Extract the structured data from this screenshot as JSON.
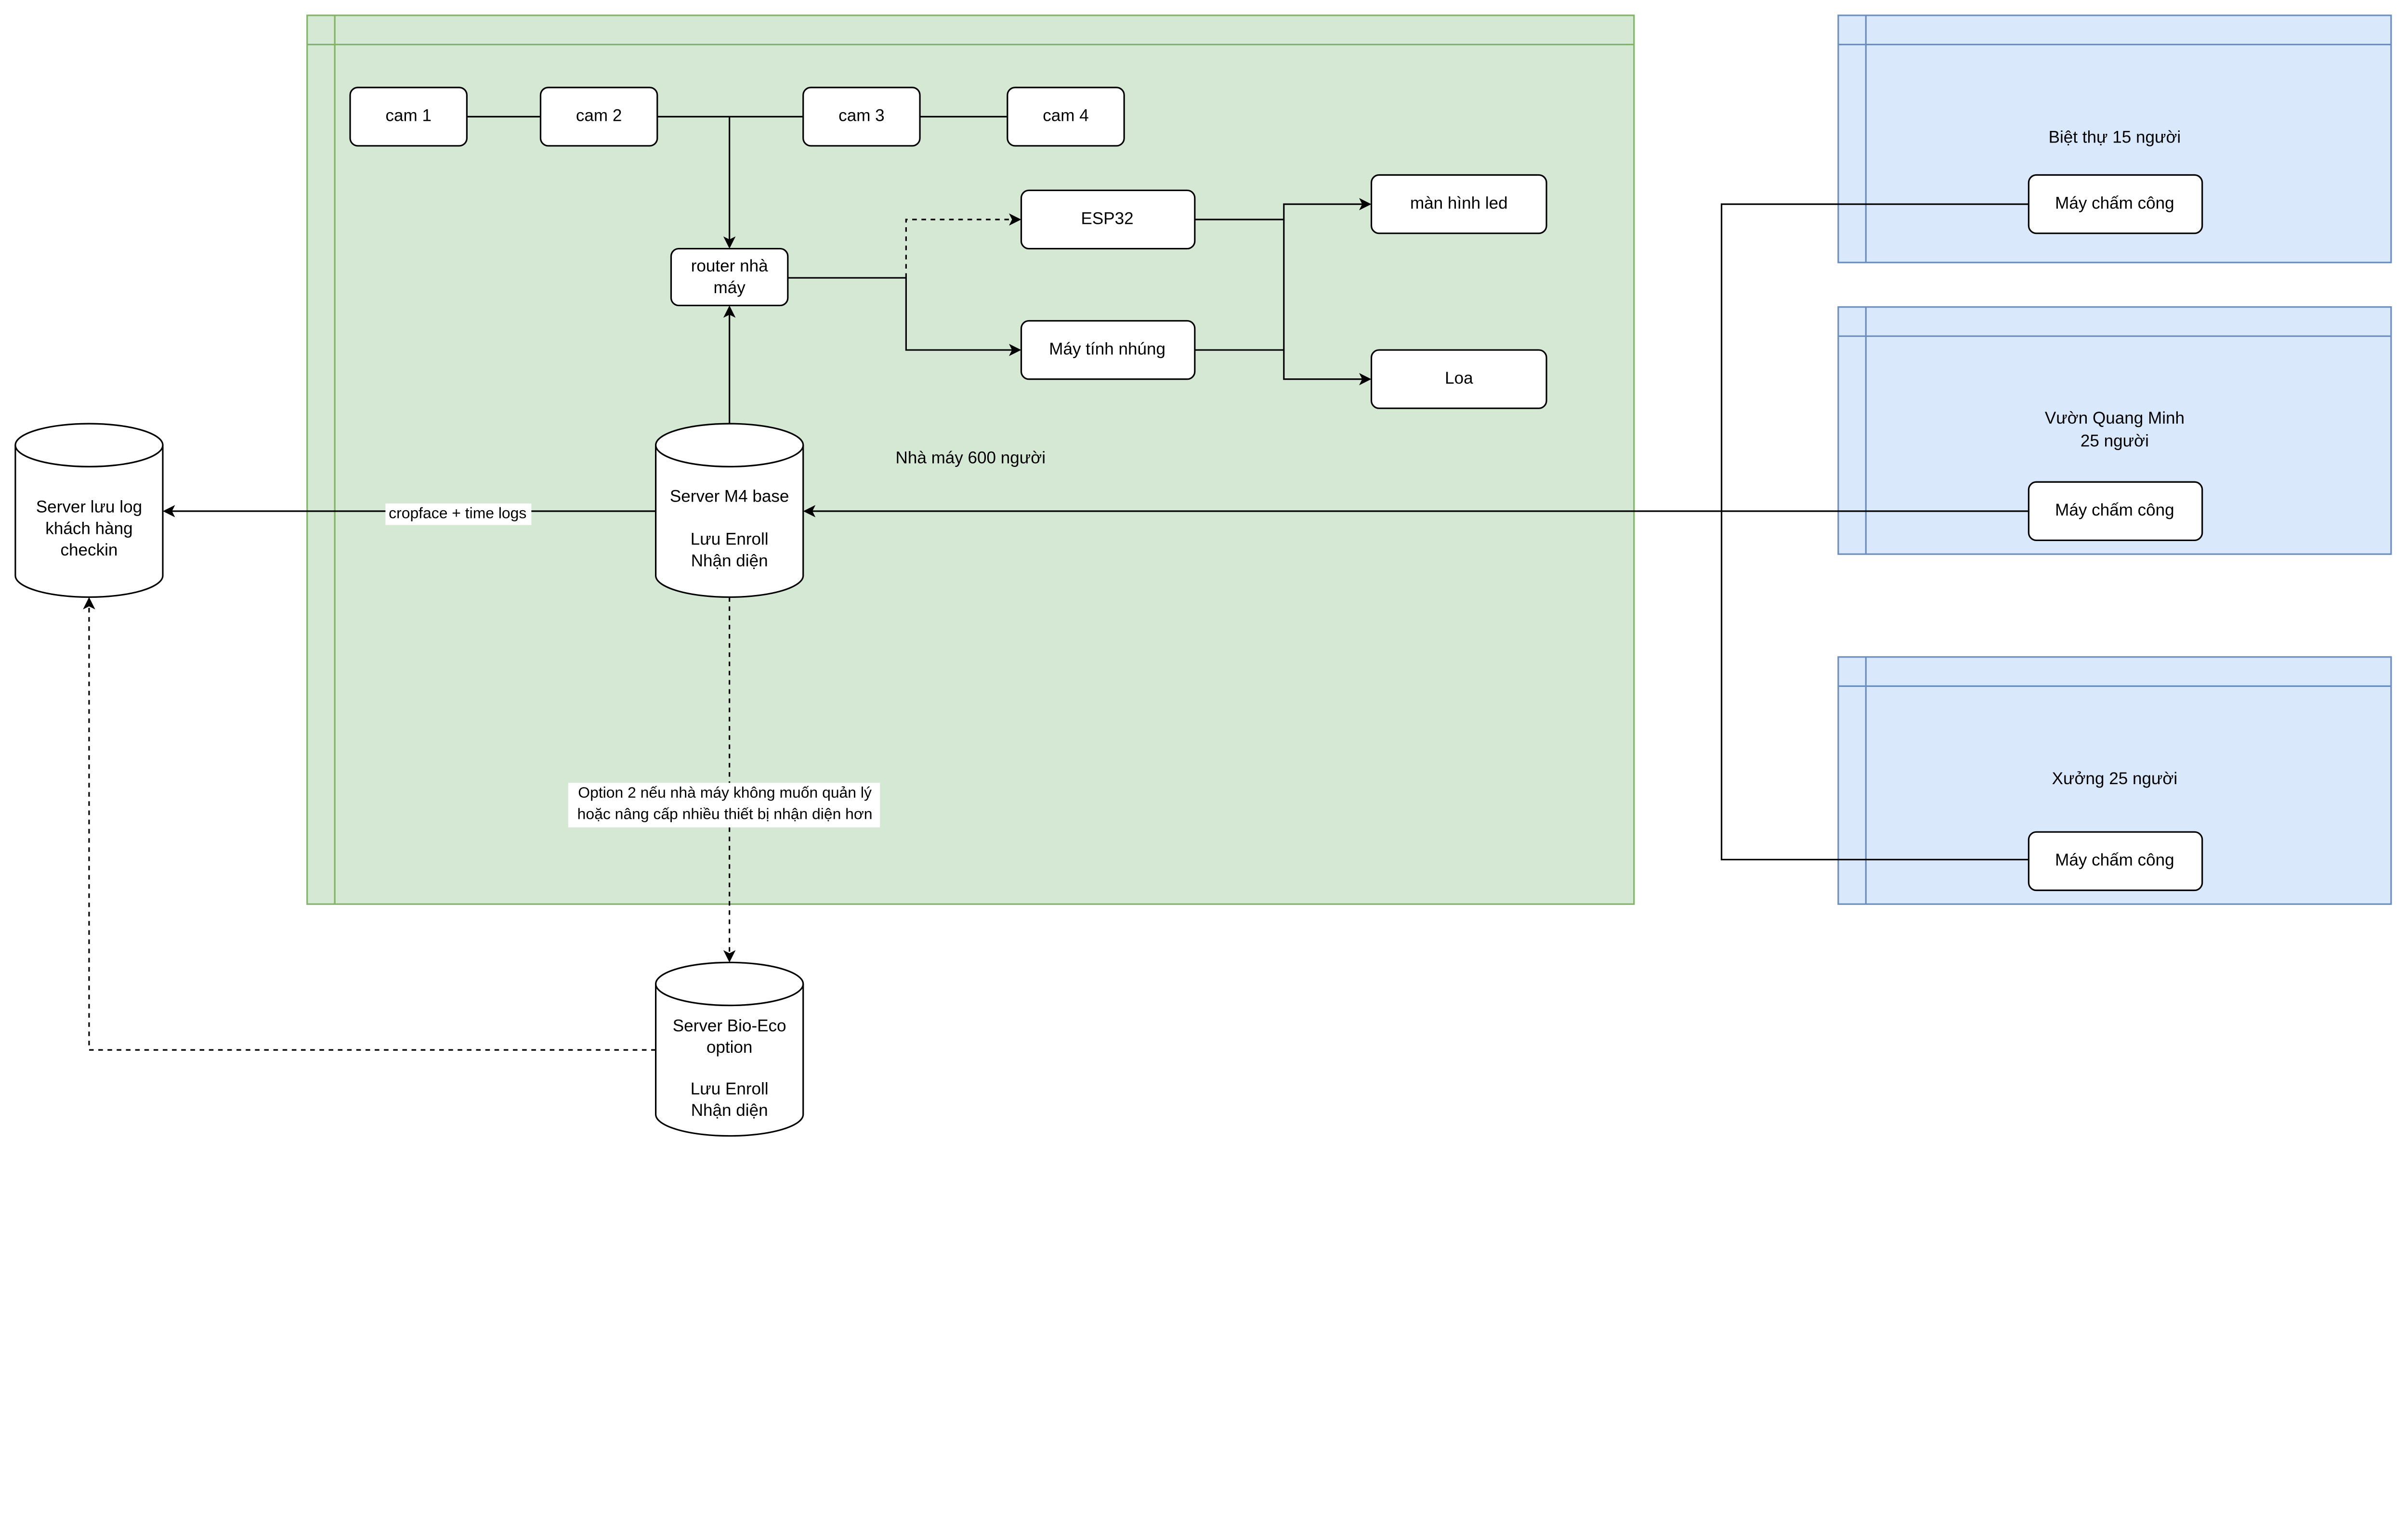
{
  "colors": {
    "factory_fill": "#d5e8d4",
    "factory_stroke": "#82b366",
    "site_fill": "#dae8fc",
    "site_stroke": "#6c8ebf"
  },
  "factory": {
    "label": "Nhà máy 600 người"
  },
  "sites": [
    {
      "lines": [
        "Biệt thự 15 người"
      ],
      "device": "Máy chấm công"
    },
    {
      "lines": [
        "Vườn Quang Minh",
        "25 người"
      ],
      "device": "Máy chấm công"
    },
    {
      "lines": [
        "Xưởng 25 người"
      ],
      "device": "Máy chấm công"
    }
  ],
  "cameras": [
    "cam 1",
    "cam 2",
    "cam 3",
    "cam 4"
  ],
  "router": [
    "router nhà",
    "máy"
  ],
  "esp32": "ESP32",
  "embedded_pc": "Máy tính nhúng",
  "led_screen": "màn hình led",
  "speaker": "Loa",
  "server_m4": [
    "Server M4 base",
    "",
    "Lưu Enroll",
    "Nhận diện"
  ],
  "server_log": [
    "Server lưu log",
    "khách hàng",
    "checkin"
  ],
  "server_bioeco": [
    "Server Bio-Eco",
    "option",
    "",
    "Lưu Enroll",
    "Nhận diện"
  ],
  "edge_labels": {
    "cropface": "cropface + time logs",
    "option2": [
      "Option 2 nếu nhà máy không muốn quản lý",
      "hoặc nâng cấp nhiều thiết bị nhận diện hơn"
    ]
  }
}
